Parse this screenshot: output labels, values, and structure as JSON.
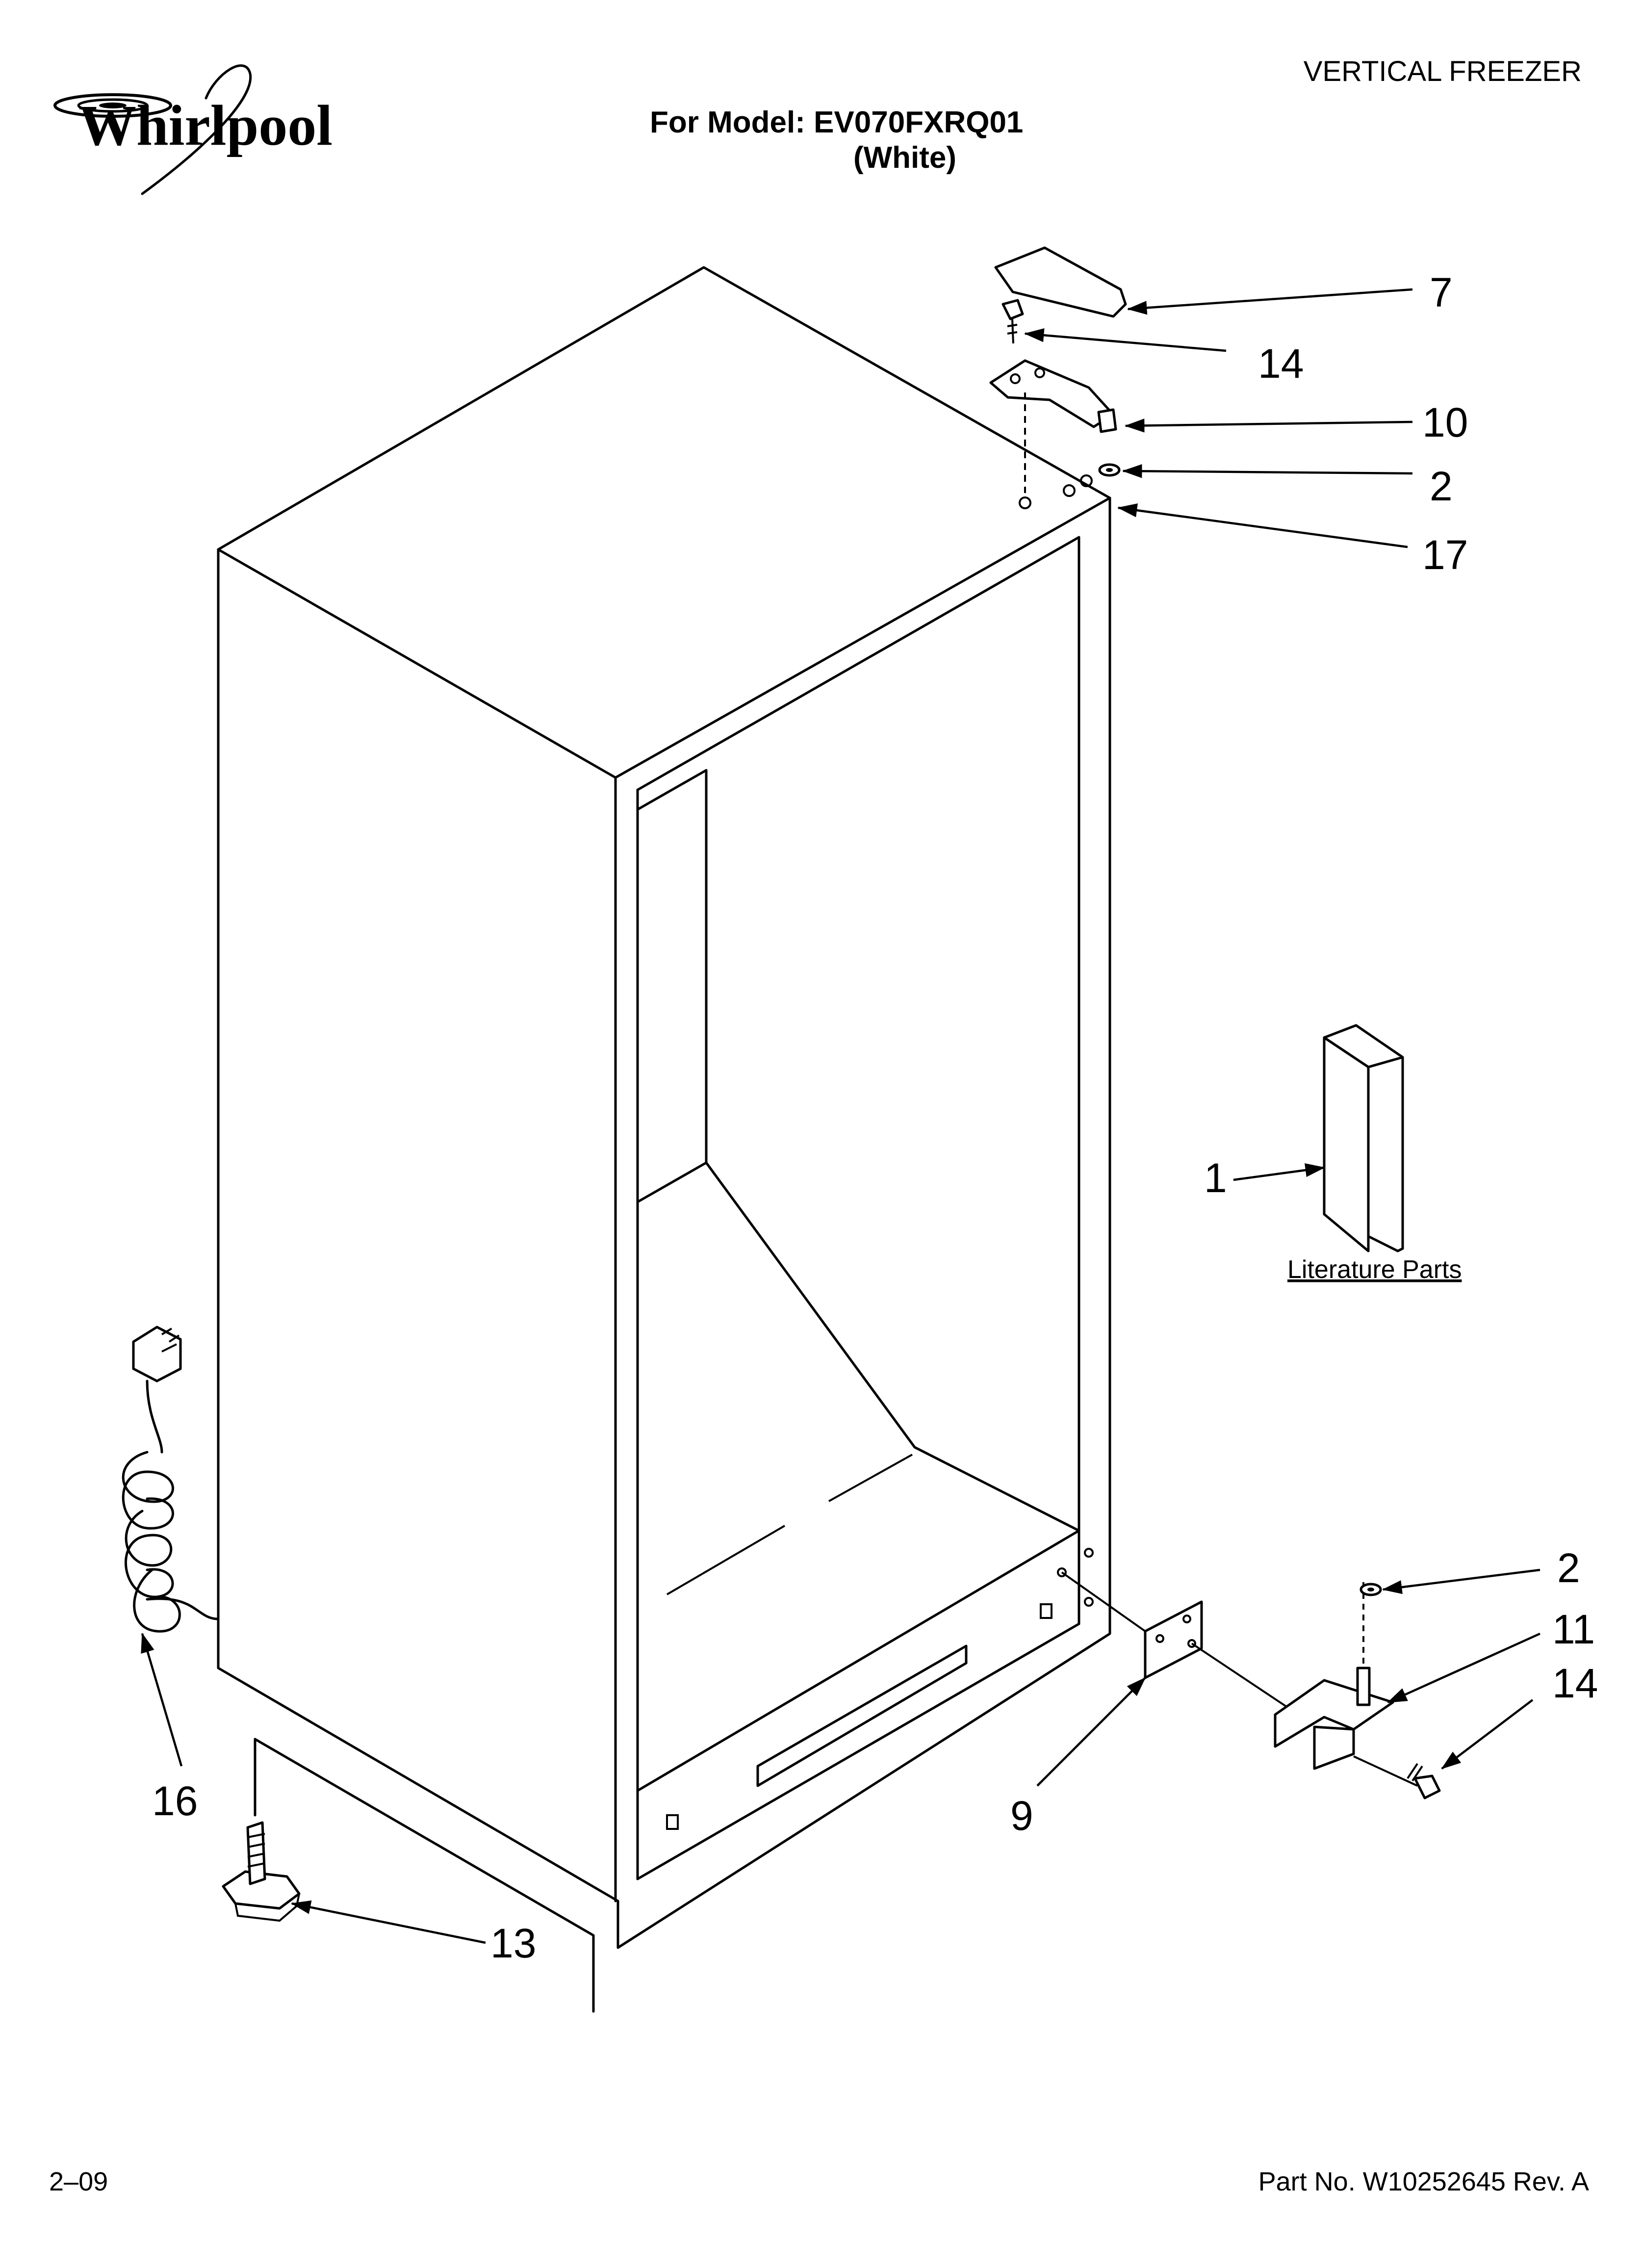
{
  "header": {
    "brand": "Whirlpool",
    "category": "VERTICAL FREEZER",
    "model_line": "For Model: EV070FXRQ01",
    "color_line": "(White)"
  },
  "callouts": {
    "c7": "7",
    "c14_top": "14",
    "c10": "10",
    "c2_top": "2",
    "c17": "17",
    "c1": "1",
    "c2_bottom": "2",
    "c11": "11",
    "c14_bottom": "14",
    "c9": "9",
    "c16": "16",
    "c13": "13"
  },
  "literature_label": "Literature Parts",
  "footer": {
    "date": "2–09",
    "part_no": "Part No. W10252645 Rev. A"
  }
}
